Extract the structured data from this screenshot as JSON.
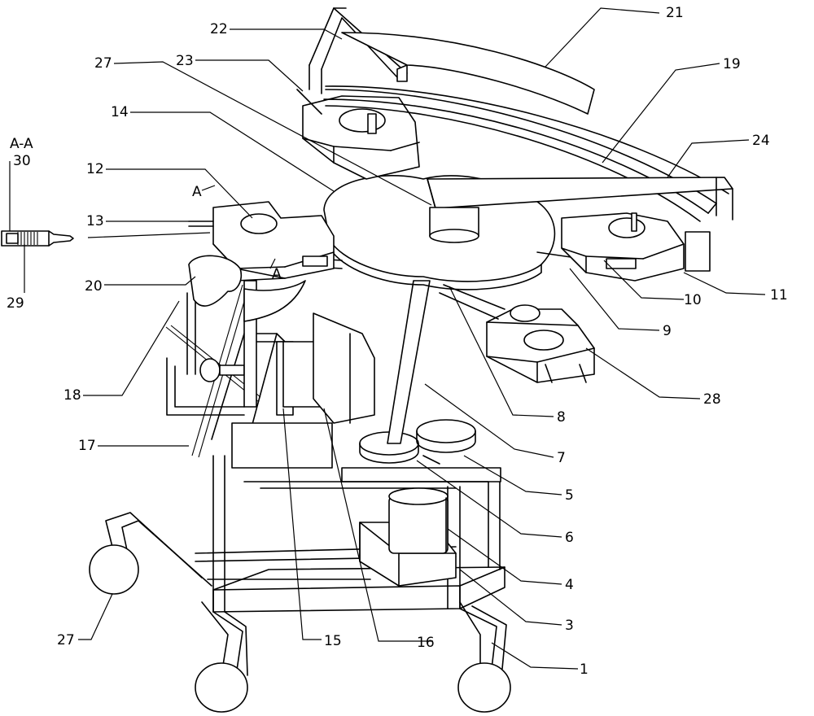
{
  "figure": {
    "section_label": "A-A",
    "section_marks": [
      "A",
      "A"
    ],
    "labels": [
      {
        "id": "1",
        "text": "1"
      },
      {
        "id": "3",
        "text": "3"
      },
      {
        "id": "4",
        "text": "4"
      },
      {
        "id": "5",
        "text": "5"
      },
      {
        "id": "6",
        "text": "6"
      },
      {
        "id": "7",
        "text": "7"
      },
      {
        "id": "8",
        "text": "8"
      },
      {
        "id": "9",
        "text": "9"
      },
      {
        "id": "10",
        "text": "10"
      },
      {
        "id": "11",
        "text": "11"
      },
      {
        "id": "12",
        "text": "12"
      },
      {
        "id": "13",
        "text": "13"
      },
      {
        "id": "14",
        "text": "14"
      },
      {
        "id": "15",
        "text": "15"
      },
      {
        "id": "16",
        "text": "16"
      },
      {
        "id": "17",
        "text": "17"
      },
      {
        "id": "18",
        "text": "18"
      },
      {
        "id": "19",
        "text": "19"
      },
      {
        "id": "20",
        "text": "20"
      },
      {
        "id": "21",
        "text": "21"
      },
      {
        "id": "22",
        "text": "22"
      },
      {
        "id": "23",
        "text": "23"
      },
      {
        "id": "24",
        "text": "24"
      },
      {
        "id": "27a",
        "text": "27"
      },
      {
        "id": "27b",
        "text": "27"
      },
      {
        "id": "28",
        "text": "28"
      },
      {
        "id": "29",
        "text": "29"
      },
      {
        "id": "30",
        "text": "30"
      }
    ]
  }
}
